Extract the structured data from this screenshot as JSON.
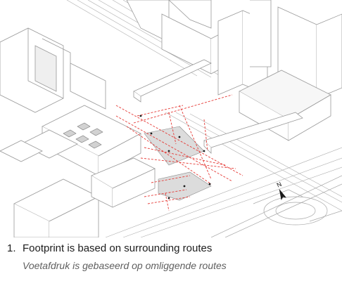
{
  "drawing": {
    "north_label": "N",
    "line_color": "#9a9a9a",
    "route_color": "#e53935",
    "footprint_fill": "#dcdcdc"
  },
  "caption": {
    "number": "1.",
    "title": "Footprint is based on surrounding routes",
    "subtitle": "Voetafdruk is gebaseerd op omliggende routes"
  }
}
